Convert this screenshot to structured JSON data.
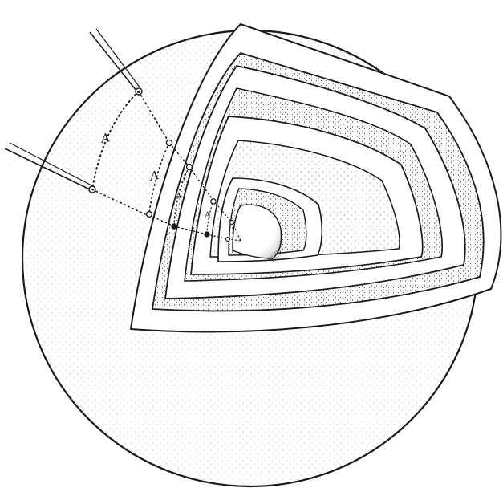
{
  "diagram": {
    "title": "",
    "colors": {
      "ink": "#1a1a1a",
      "paper": "#ffffff",
      "stipple": "#3a3a3a"
    },
    "layers": [
      "outer-sphere",
      "shell-1",
      "shell-2",
      "shell-3",
      "shell-4",
      "core"
    ],
    "labels": [
      {
        "id": "label-a-outer",
        "text": "A"
      },
      {
        "id": "label-a-middle",
        "text": "A"
      },
      {
        "id": "label-a-inner",
        "text": "A"
      },
      {
        "id": "label-a-core",
        "text": "A"
      }
    ],
    "needles": [
      "needle-upper",
      "needle-left"
    ]
  }
}
